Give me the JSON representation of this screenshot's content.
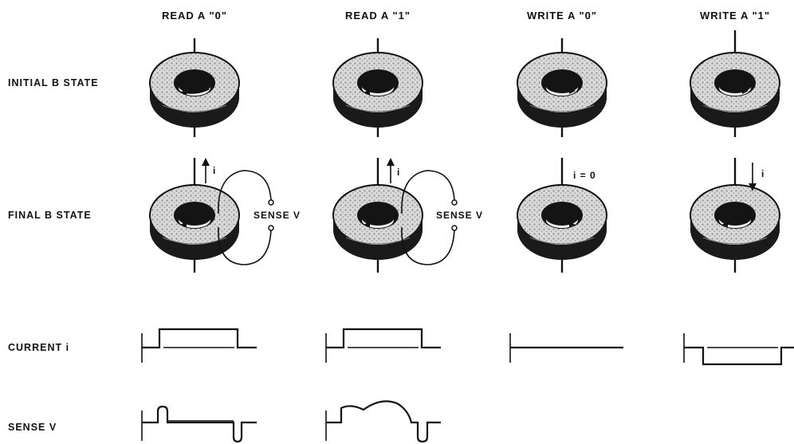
{
  "columns": [
    {
      "title": "READ A \"0\""
    },
    {
      "title": "READ A \"1\""
    },
    {
      "title": "WRITE A \"0\""
    },
    {
      "title": "WRITE A \"1\""
    }
  ],
  "rows": {
    "initial": "INITIAL  B  STATE",
    "final": "FINAL  B  STATE",
    "current": "CURRENT  i",
    "sense": "SENSE  V"
  },
  "annotations": {
    "current_label": "i",
    "sense_label": "SENSE V",
    "zero_current": "i = 0"
  },
  "colors": {
    "ink": "#111111",
    "core_speckle": "#b9b9b9",
    "background": "#ffffff"
  }
}
